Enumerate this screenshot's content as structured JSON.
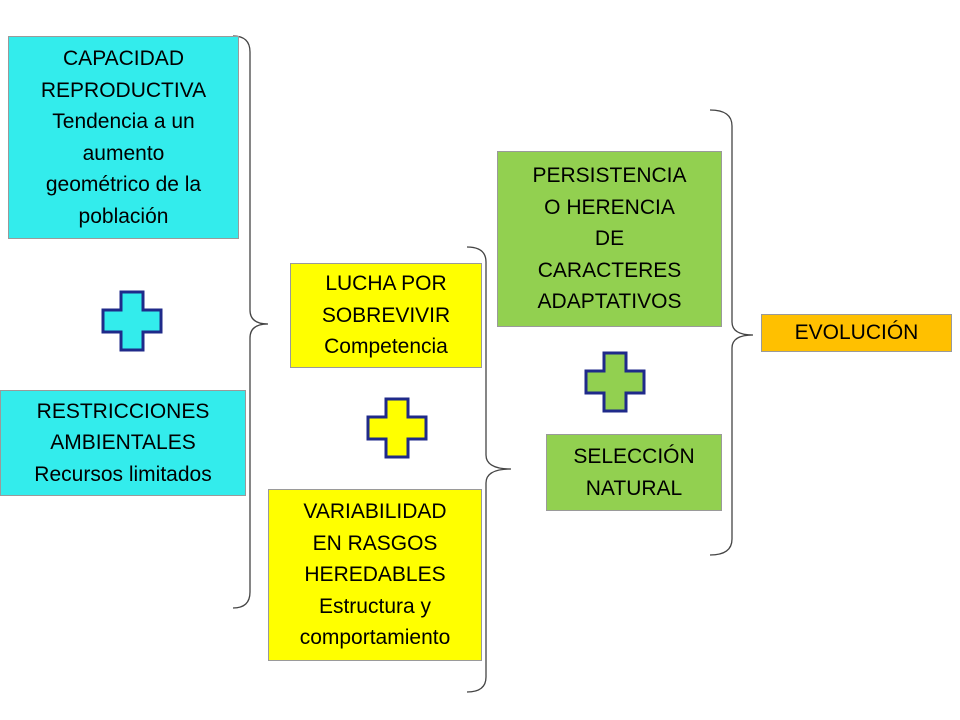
{
  "colors": {
    "cyan": "#33ecec",
    "yellow": "#ffff00",
    "green": "#92d050",
    "orange": "#ffc000",
    "plus_border": "#1f2a8a"
  },
  "boxes": {
    "capacidad": {
      "lines": [
        "CAPACIDAD",
        "REPRODUCTIVA",
        "Tendencia a un",
        "aumento",
        "geométrico de la",
        "población"
      ]
    },
    "restricciones": {
      "lines": [
        "RESTRICCIONES",
        "AMBIENTALES",
        "Recursos limitados"
      ]
    },
    "lucha": {
      "lines": [
        "LUCHA POR",
        "SOBREVIVIR",
        "Competencia"
      ]
    },
    "variabilidad": {
      "lines": [
        "VARIABILIDAD",
        "EN RASGOS",
        "HEREDABLES",
        "Estructura y",
        "comportamiento"
      ]
    },
    "persistencia": {
      "lines": [
        "PERSISTENCIA",
        "O HERENCIA",
        "DE",
        "CARACTERES",
        "ADAPTATIVOS"
      ]
    },
    "seleccion": {
      "lines": [
        "SELECCIÓN",
        "NATURAL"
      ]
    },
    "evolucion": {
      "lines": [
        "EVOLUCIÓN"
      ]
    }
  },
  "plus_signs": [
    "cyan",
    "yellow",
    "green"
  ]
}
